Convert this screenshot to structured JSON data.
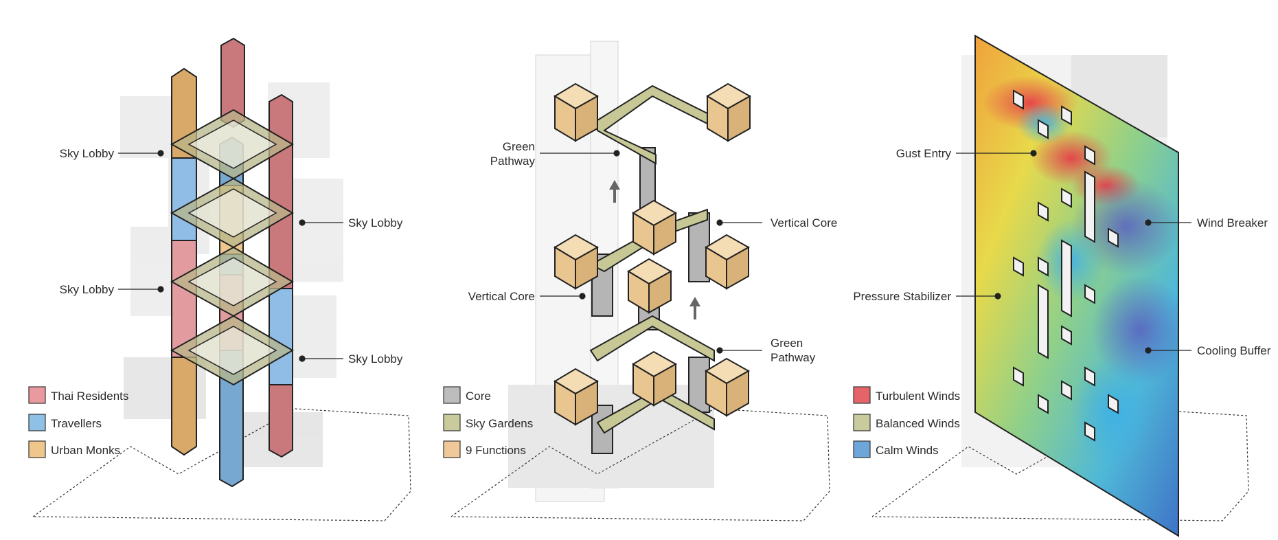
{
  "panels": [
    {
      "id": "program",
      "callouts": [
        "Sky Lobby",
        "Sky Lobby",
        "Sky Lobby",
        "Sky Lobby"
      ],
      "legend": [
        {
          "label": "Thai Residents",
          "color": "#e99a9e"
        },
        {
          "label": "Travellers",
          "color": "#8fc1e6"
        },
        {
          "label": "Urban Monks",
          "color": "#efc78d"
        }
      ]
    },
    {
      "id": "structure",
      "callouts": [
        "Green",
        "Pathway",
        "Vertical Core",
        "Vertical Core",
        "Green",
        "Pathway"
      ],
      "legend": [
        {
          "label": "Core",
          "color": "#bdbdbd"
        },
        {
          "label": "Sky Gardens",
          "color": "#c9cb9c"
        },
        {
          "label": "9 Functions",
          "color": "#f0c99a"
        }
      ]
    },
    {
      "id": "wind",
      "callouts": [
        "Gust Entry",
        "Wind Breaker",
        "Pressure Stabilizer",
        "Cooling Buffer"
      ],
      "legend": [
        {
          "label": "Turbulent Winds",
          "color": "#e4646a"
        },
        {
          "label": "Balanced Winds",
          "color": "#c9cb9c"
        },
        {
          "label": "Calm Winds",
          "color": "#6fa6da"
        }
      ]
    }
  ]
}
